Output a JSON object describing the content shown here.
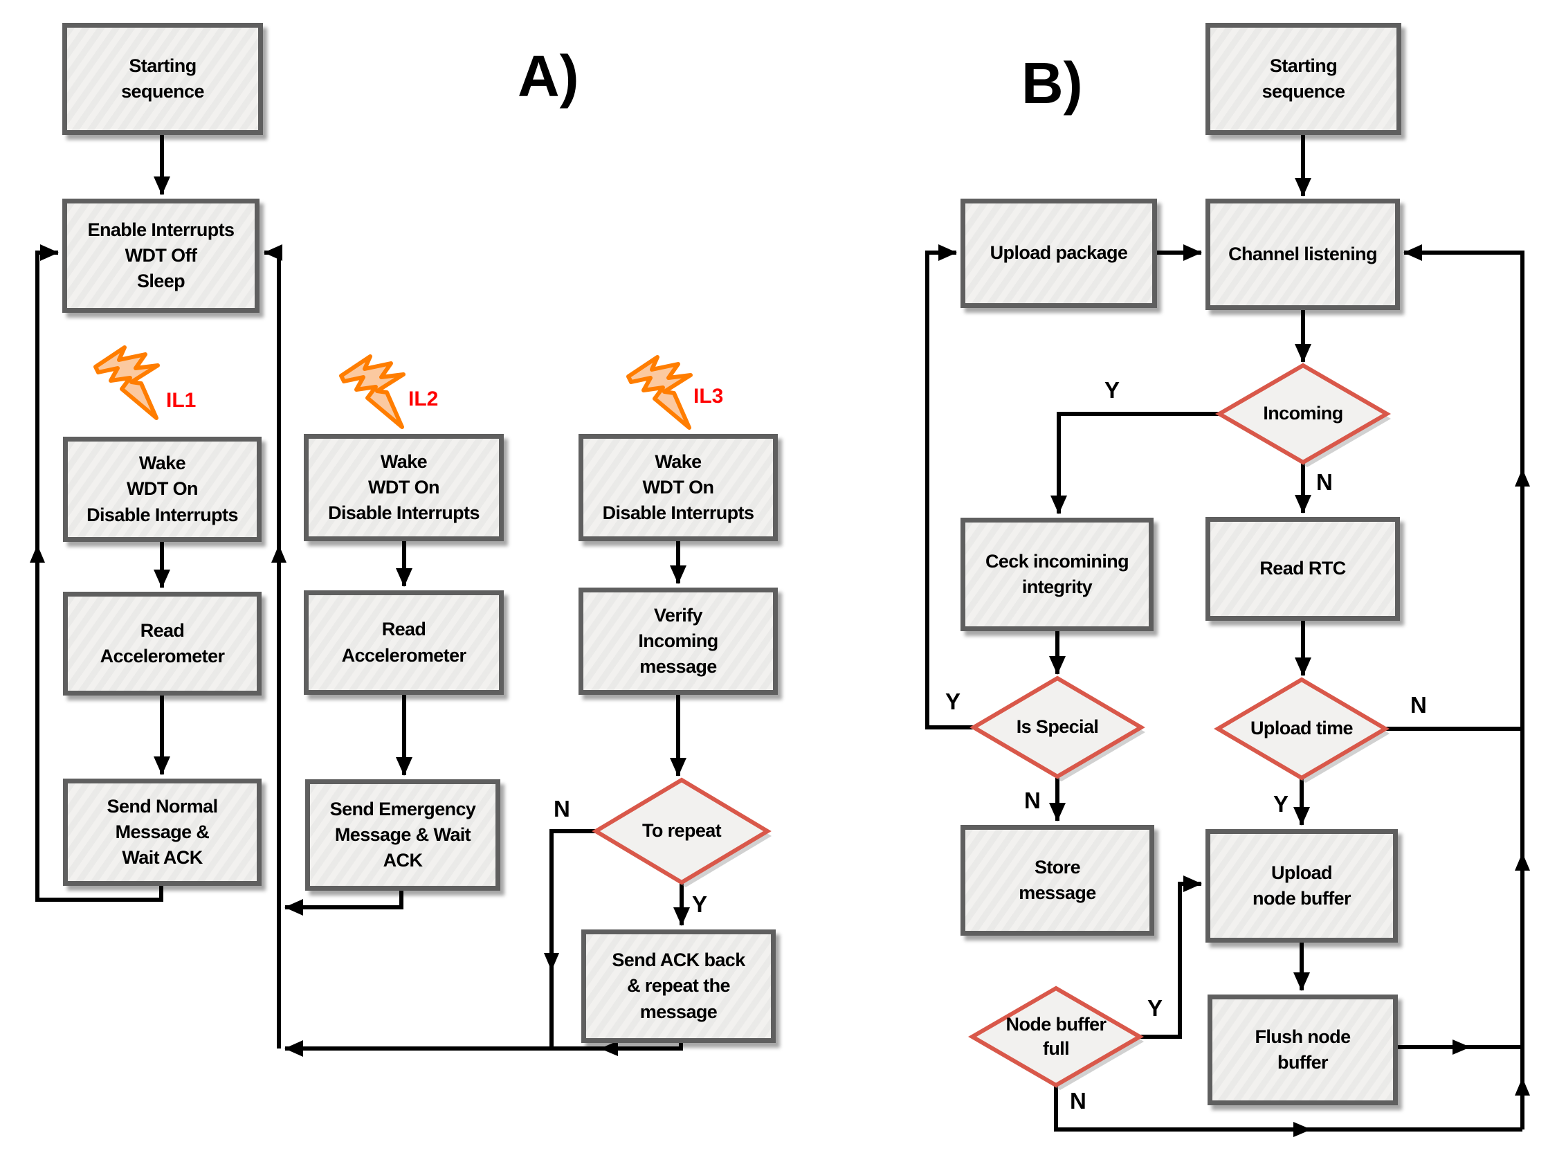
{
  "colors": {
    "box_border": "#5F5F5F",
    "box_fill": "#F2F1EF",
    "decision_border": "#D9584A",
    "arrow": "#000000",
    "interrupt_label_red": "#FF0000",
    "bolt_orange": "#FF7D00",
    "bolt_fill": "#FBC9A0"
  },
  "panel_a": {
    "label": "A)",
    "nodes": {
      "starting": "Starting\nsequence",
      "enable": "Enable Interrupts\nWDT Off\nSleep",
      "wake1": "Wake\nWDT On\nDisable Interrupts",
      "wake2": "Wake\nWDT On\nDisable Interrupts",
      "wake3": "Wake\nWDT On\nDisable Interrupts",
      "read1": "Read\nAccelerometer",
      "read2": "Read\nAccelerometer",
      "send_normal": "Send Normal\nMessage &\nWait ACK",
      "send_emergency": "Send Emergency\nMessage & Wait\nACK",
      "verify": "Verify\nIncoming\nmessage",
      "to_repeat": "To repeat",
      "send_ack": "Send ACK back\n& repeat the\nmessage"
    },
    "interrupts": [
      {
        "icon": "lightning-bolt-icon",
        "label": "IL1"
      },
      {
        "icon": "lightning-bolt-icon",
        "label": "IL2"
      },
      {
        "icon": "lightning-bolt-icon",
        "label": "IL3"
      }
    ],
    "edge_labels": {
      "to_repeat_n": "N",
      "to_repeat_y": "Y"
    }
  },
  "panel_b": {
    "label": "B)",
    "nodes": {
      "starting": "Starting\nsequence",
      "upload_package": "Upload package",
      "channel_listening": "Channel listening",
      "incoming": "Incoming",
      "check_integrity": "Ceck incomining\nintegrity",
      "read_rtc": "Read RTC",
      "is_special": "Is Special",
      "upload_time": "Upload time",
      "store_message": "Store\nmessage",
      "upload_node_buffer": "Upload\nnode buffer",
      "node_buffer_full": "Node buffer\nfull",
      "flush_node_buffer": "Flush node\nbuffer"
    },
    "edge_labels": {
      "incoming_y": "Y",
      "incoming_n": "N",
      "is_special_y": "Y",
      "is_special_n": "N",
      "upload_time_n": "N",
      "upload_time_y": "Y",
      "node_buffer_full_y": "Y",
      "node_buffer_full_n": "N"
    }
  }
}
